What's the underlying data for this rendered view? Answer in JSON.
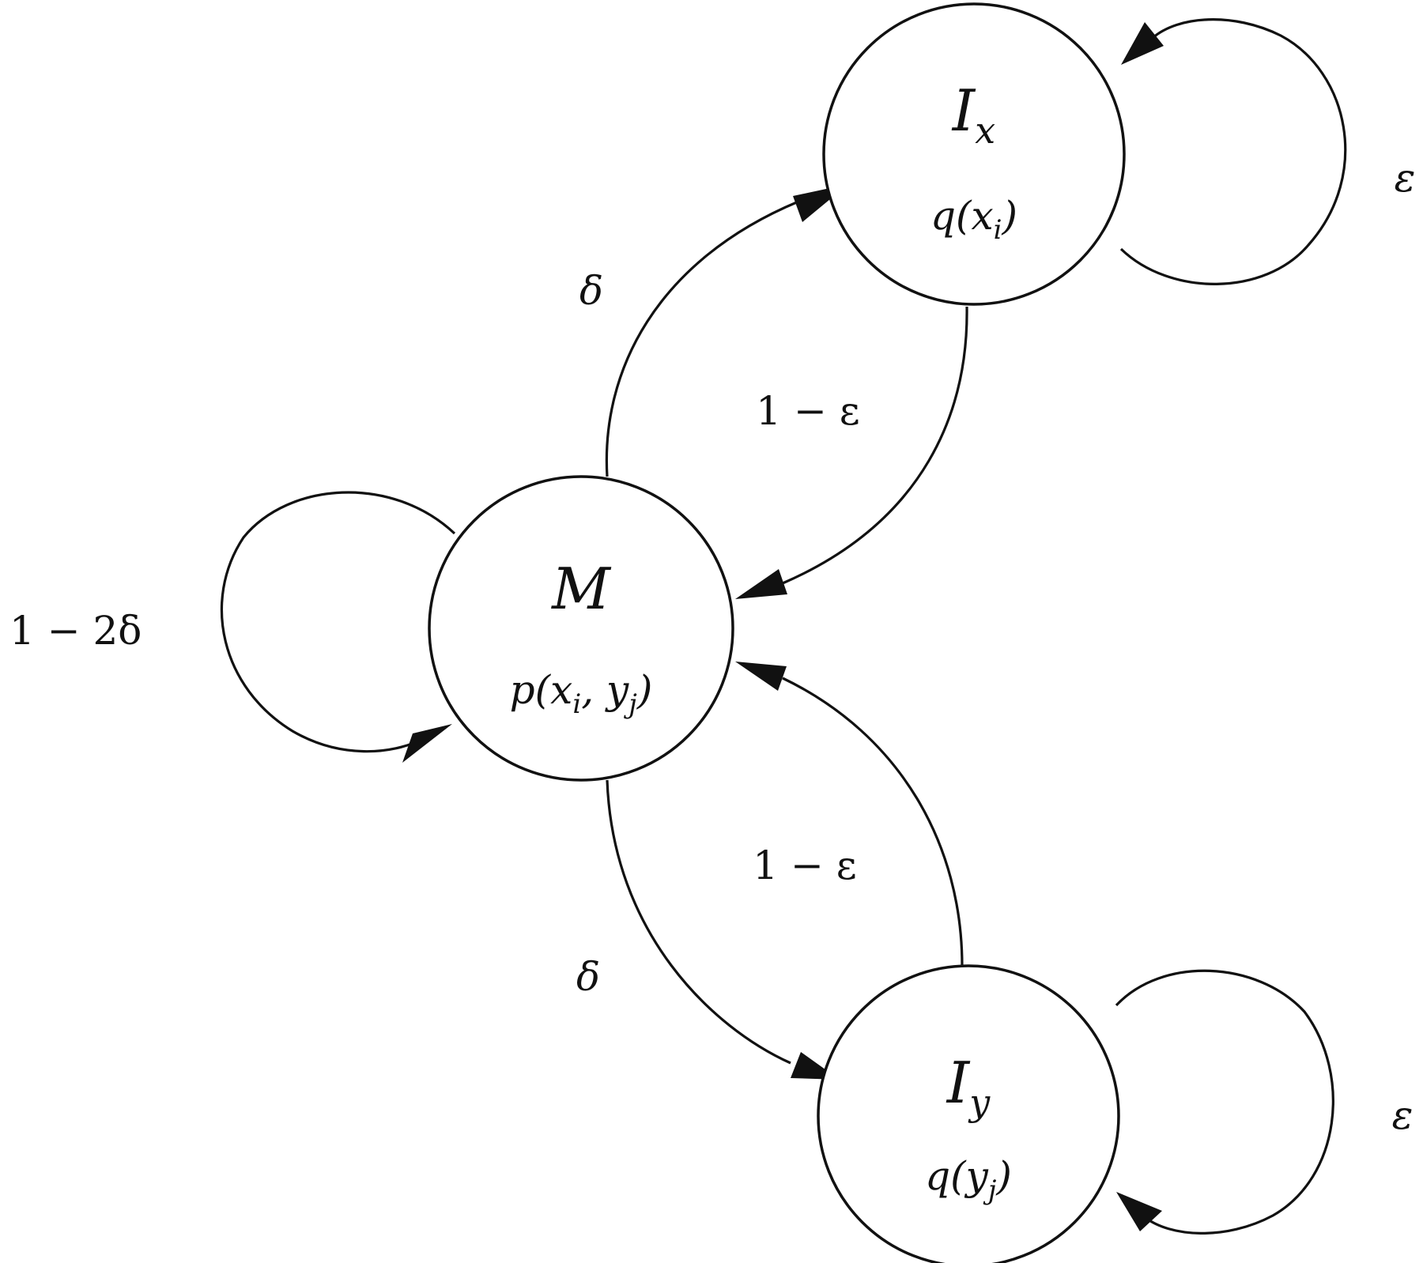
{
  "nodes": {
    "match": {
      "symbol": "M",
      "emission": "p(x_i, y_j)"
    },
    "insert_x": {
      "symbol": "I_x",
      "emission": "q(x_i)"
    },
    "insert_y": {
      "symbol": "I_y",
      "emission": "q(y_j)"
    }
  },
  "edges": {
    "match_self": "1 − 2δ",
    "match_to_ix": "δ",
    "ix_to_match": "1 − ε",
    "ix_self": "ε",
    "match_to_iy": "δ",
    "iy_to_match": "1 − ε",
    "iy_self": "ε"
  }
}
